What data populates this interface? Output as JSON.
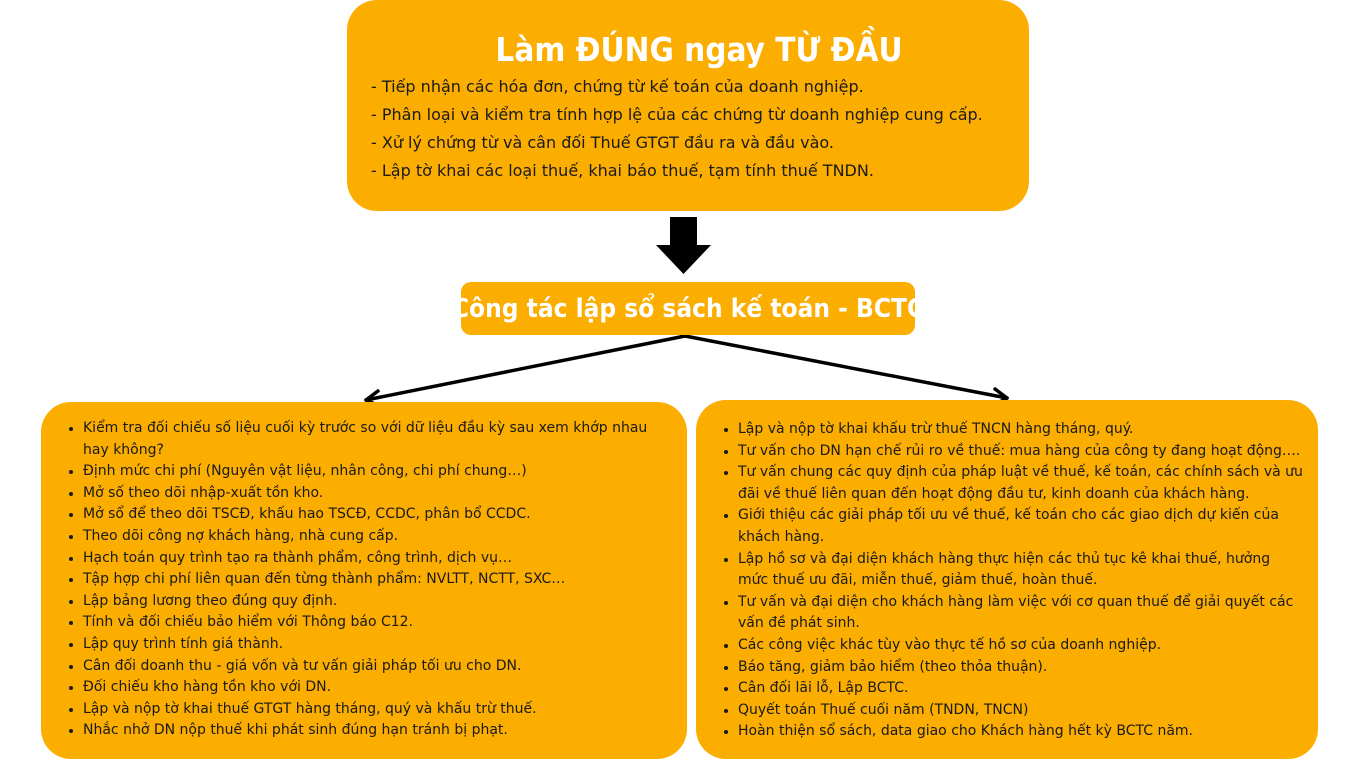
{
  "top": {
    "title": "Làm ĐÚNG ngay TỪ ĐẦU",
    "items": [
      "- Tiếp nhận các hóa đơn, chứng từ kế toán của doanh nghiệp.",
      "- Phân loại và kiểm tra tính hợp lệ của các chứng từ doanh nghiệp cung cấp.",
      "- Xử lý chứng từ và cân đối Thuế GTGT đầu ra và đầu vào.",
      "- Lập tờ khai các loại thuế, khai báo thuế, tạm tính thuế TNDN."
    ]
  },
  "middle": {
    "title": "Công tác lập sổ sách kế toán - BCTC"
  },
  "left": {
    "items": [
      "Kiểm tra đối chiếu số liệu cuối kỳ trước so với dữ liệu đầu kỳ sau xem khớp nhau hay không?",
      "Định mức chi phí (Nguyên vật liệu, nhân công, chi phí chung…)",
      "Mở số theo dõi nhập-xuất tồn kho.",
      "Mở sổ để theo dõi TSCĐ, khấu hao TSCĐ, CCDC, phân bổ CCDC.",
      "Theo dõi công nợ khách hàng, nhà cung cấp.",
      "Hạch toán quy trình tạo ra thành phẩm, công trình, dịch vụ…",
      "Tập hợp chi phí liên quan đến từng thành phẩm: NVLTT, NCTT, SXC…",
      "Lập bảng lương theo đúng quy định.",
      "Tính và đối chiếu bảo hiểm với Thông báo C12.",
      "Lập quy trình tính giá thành.",
      "Cân đối doanh thu - giá vốn và tư vấn giải pháp tối ưu cho DN.",
      "Đối chiếu kho hàng tồn kho với DN.",
      "Lập và nộp tờ khai thuế GTGT hàng tháng, quý và khấu trừ thuế.",
      "Nhắc nhở DN nộp thuế khi phát sinh đúng hạn tránh bị phạt."
    ]
  },
  "right": {
    "items": [
      "Lập và nộp tờ khai khấu trừ thuế TNCN hàng tháng, quý.",
      "Tư vấn cho DN hạn chế rủi ro về thuế: mua hàng của công ty đang hoạt động….",
      "Tư vấn chung các quy định của pháp luật về thuế, kế toán, các chính sách và ưu đãi về thuế liên quan đến hoạt động đầu tư, kinh doanh của khách hàng.",
      "Giới thiệu các giải pháp tối ưu về thuế, kế toán cho các giao dịch dự kiến của khách hàng.",
      "Lập hồ sơ và đại diện khách hàng thực hiện các thủ tục kê khai thuế, hưởng mức thuế ưu đãi, miễn thuế, giảm thuế, hoàn thuế.",
      "Tư vấn và đại diện cho khách hàng làm việc với cơ quan thuế để giải quyết các vấn đề phát sinh.",
      "Các công việc khác tùy vào thực tế hồ sơ của doanh nghiệp.",
      "Báo tăng, giảm bảo hiểm (theo thỏa thuận).",
      "Cân đối lãi lỗ, Lập BCTC.",
      "Quyết toán Thuế cuối năm (TNDN, TNCN)",
      "Hoàn thiện sổ sách, data giao cho Khách hàng hết kỳ BCTC năm."
    ]
  },
  "colors": {
    "box_fill": "#fbad00",
    "title_text": "#ffffff",
    "body_text": "#1a1a1a",
    "arrow": "#000000"
  },
  "icons": {
    "down_arrow": "down-arrow-icon",
    "branch_arrows": "branch-arrow-icon"
  }
}
